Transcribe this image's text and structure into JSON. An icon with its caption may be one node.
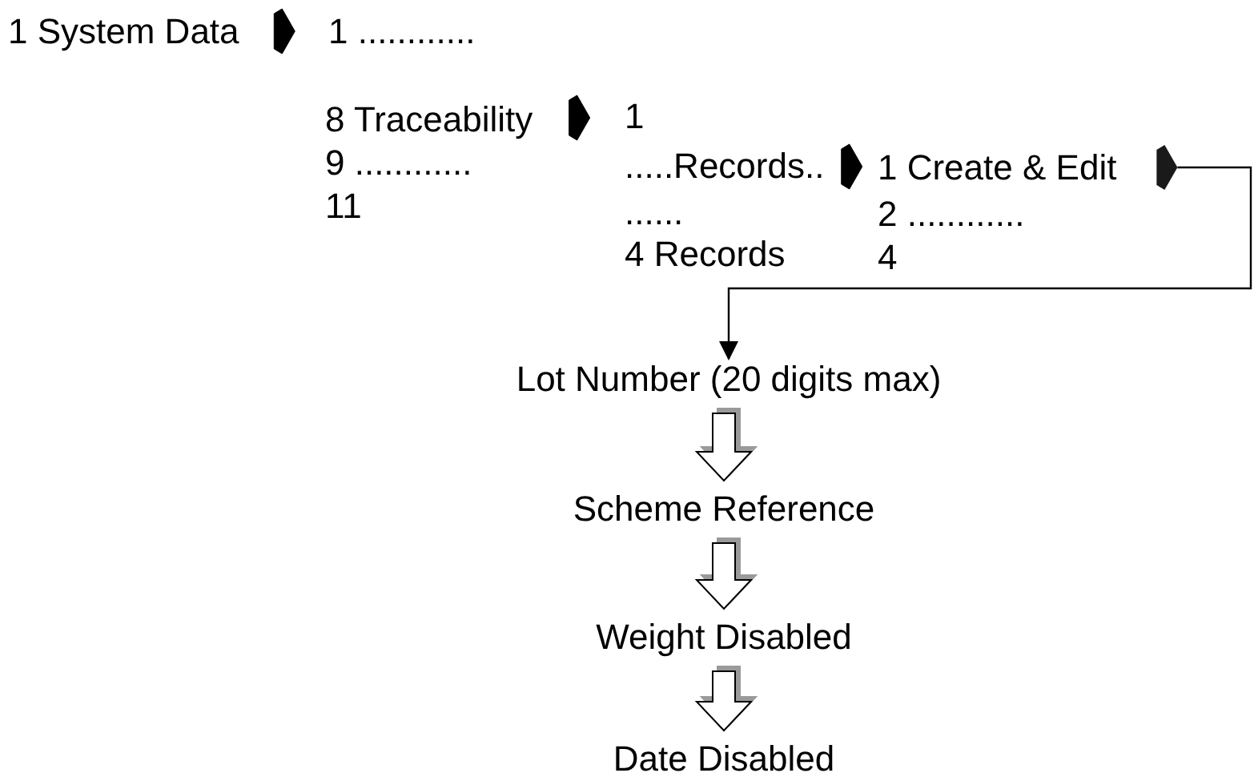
{
  "diagram": {
    "nodes": [
      {
        "text": [
          "1 System Data"
        ]
      },
      {
        "text": [
          "1 ............"
        ]
      },
      {
        "text": [
          "8 Traceability"
        ]
      },
      {
        "text": [
          "9 ............"
        ]
      },
      {
        "text": [
          "11"
        ]
      },
      {
        "text": [
          "1"
        ]
      },
      {
        "text": [
          ".....Records.."
        ]
      },
      {
        "text": [
          "......"
        ]
      },
      {
        "text": [
          "4 Records"
        ]
      },
      {
        "text": [
          "1 Create & Edit"
        ]
      },
      {
        "text": [
          "2 ............"
        ]
      },
      {
        "text": [
          "4"
        ]
      },
      {
        "text": [
          "Lot Number (20 digits max)"
        ]
      },
      {
        "text": [
          "Scheme Reference"
        ]
      },
      {
        "text": [
          "Weight Disabled"
        ]
      },
      {
        "text": [
          "Date Disabled"
        ]
      }
    ],
    "edges": [
      {
        "from": 0,
        "to": 1,
        "arrow": "to"
      },
      {
        "from": 2,
        "to": 5,
        "arrow": "to"
      },
      {
        "from": 6,
        "to": 9,
        "arrow": "to"
      },
      {
        "from": 9,
        "to": 12,
        "arrow": "to"
      },
      {
        "from": 12,
        "to": 13,
        "arrow": "to",
        "style": "thick"
      },
      {
        "from": 13,
        "to": 14,
        "arrow": "to",
        "style": "thick"
      },
      {
        "from": 14,
        "to": 15,
        "arrow": "to",
        "style": "thick"
      }
    ]
  }
}
